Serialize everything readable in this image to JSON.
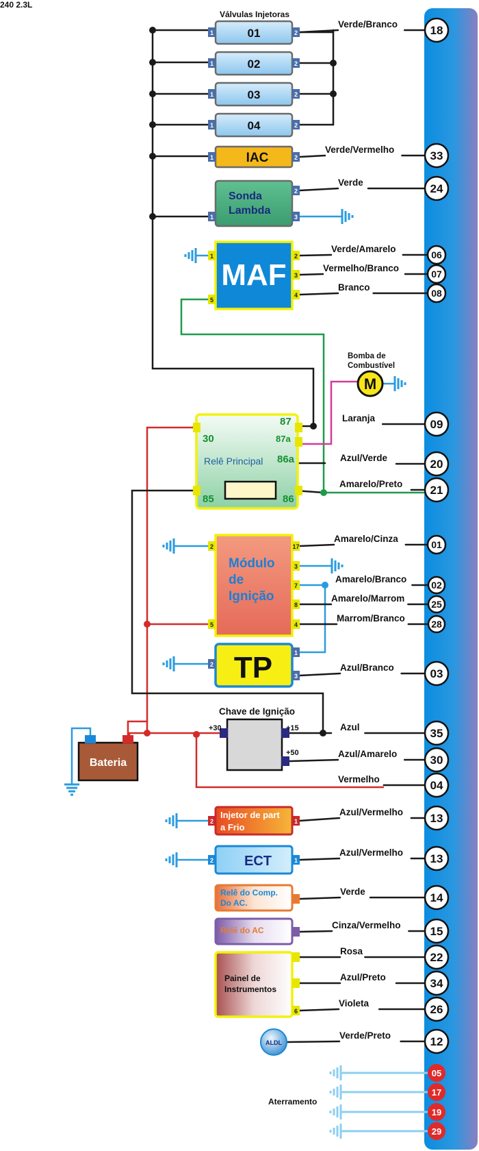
{
  "page": {
    "title": "240 2.3L"
  },
  "colors": {
    "bus": "#1a8fe0",
    "wire": "#1a1a1a",
    "ground": "#2a9be0",
    "red_wire": "#d42a2a",
    "green_wire": "#1f9a4a",
    "pink_wire": "#d43a9a",
    "pin_gray": "#4a6ea8",
    "pin_yellow": "#e6e600",
    "ground_light": "#8ecff0"
  },
  "components": {
    "injectors": {
      "title": "Válvulas Injetoras",
      "items": [
        {
          "label": "01",
          "pin_left": "1",
          "pin_right": "2"
        },
        {
          "label": "02",
          "pin_left": "1",
          "pin_right": "2"
        },
        {
          "label": "03",
          "pin_left": "1",
          "pin_right": "2"
        },
        {
          "label": "04",
          "pin_left": "1",
          "pin_right": "2"
        }
      ]
    },
    "iac": {
      "label": "IAC",
      "pin_left": "1",
      "pin_right": "2"
    },
    "lambda": {
      "line1": "Sonda",
      "line2": "Lambda",
      "pin_left": "1",
      "pin_top": "2",
      "pin_bottom": "3"
    },
    "maf": {
      "label": "MAF",
      "pins": [
        "1",
        "2",
        "3",
        "4",
        "5"
      ]
    },
    "fuel_pump": {
      "line1": "Bomba de",
      "line2": "Combustível",
      "symbol": "M"
    },
    "relay": {
      "label": "Relê Principal",
      "t30": "30",
      "t87": "87",
      "t87a": "87a",
      "t86a": "86a",
      "t85": "85",
      "t86": "86"
    },
    "ignition_module": {
      "line1": "Módulo",
      "line2": "de",
      "line3": "Ignição",
      "pins": [
        "2",
        "17",
        "3",
        "7",
        "8",
        "4",
        "5"
      ]
    },
    "tp": {
      "label": "TP",
      "pins": [
        "2",
        "1",
        "3"
      ]
    },
    "ignition_switch": {
      "title": "Chave de Ignição",
      "t30": "+30",
      "t15": "+15",
      "t50": "+50"
    },
    "battery": {
      "label": "Bateria"
    },
    "cold_start": {
      "line1": "Injetor de part",
      "line2": "a Frio",
      "pin_left": "2",
      "pin_right": "1"
    },
    "ect": {
      "label": "ECT",
      "pin_left": "2",
      "pin_right": "1"
    },
    "ac_comp_relay": {
      "line1": "Relê do Comp.",
      "line2": "Do AC."
    },
    "ac_relay": {
      "label": "Relê do AC"
    },
    "instrument_panel": {
      "line1": "Painel de",
      "line2": "Instrumentos",
      "pin": "6"
    },
    "aldl": {
      "label": "ALDL"
    }
  },
  "connector": {
    "pins": [
      {
        "num": "18",
        "wire": "Verde/Branco"
      },
      {
        "num": "33",
        "wire": "Verde/Vermelho"
      },
      {
        "num": "24",
        "wire": "Verde"
      },
      {
        "num": "06",
        "wire": "Verde/Amarelo"
      },
      {
        "num": "07",
        "wire": "Vermelho/Branco"
      },
      {
        "num": "08",
        "wire": "Branco"
      },
      {
        "num": "09",
        "wire": "Laranja"
      },
      {
        "num": "20",
        "wire": "Azul/Verde"
      },
      {
        "num": "21",
        "wire": "Amarelo/Preto"
      },
      {
        "num": "01",
        "wire": "Amarelo/Cinza"
      },
      {
        "num": "02",
        "wire": "Amarelo/Branco"
      },
      {
        "num": "25",
        "wire": "Amarelo/Marrom"
      },
      {
        "num": "28",
        "wire": "Marrom/Branco"
      },
      {
        "num": "03",
        "wire": "Azul/Branco"
      },
      {
        "num": "35",
        "wire": "Azul"
      },
      {
        "num": "30",
        "wire": "Azul/Amarelo"
      },
      {
        "num": "04",
        "wire": "Vermelho"
      },
      {
        "num": "13",
        "wire": "Azul/Vermelho"
      },
      {
        "num": "13",
        "wire": "Azul/Vermelho"
      },
      {
        "num": "14",
        "wire": "Verde"
      },
      {
        "num": "15",
        "wire": "Cinza/Vermelho"
      },
      {
        "num": "22",
        "wire": "Rosa"
      },
      {
        "num": "34",
        "wire": "Azul/Preto"
      },
      {
        "num": "26",
        "wire": "Violeta"
      },
      {
        "num": "12",
        "wire": "Verde/Preto"
      }
    ],
    "ground_pins": [
      "05",
      "17",
      "19",
      "29"
    ],
    "ground_label": "Aterramento"
  }
}
